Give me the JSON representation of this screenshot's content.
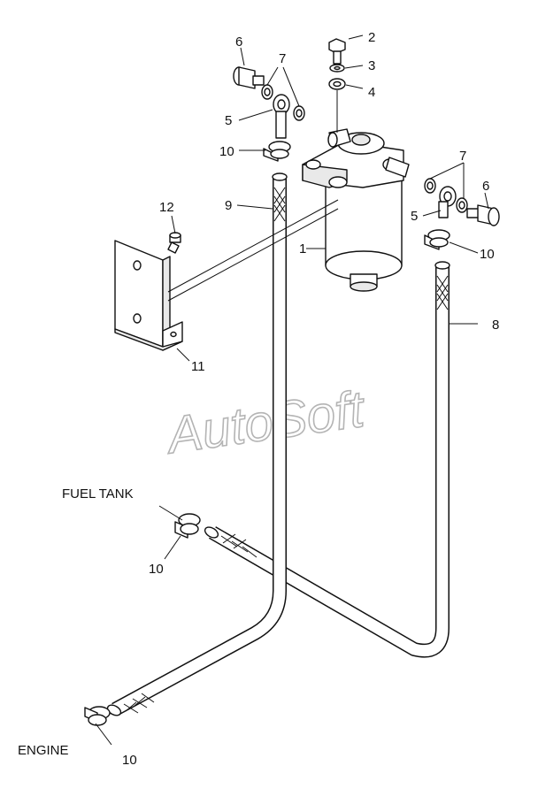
{
  "watermark": "AutoSoft",
  "labels": {
    "fuel_tank": "FUEL TANK",
    "engine": "ENGINE"
  },
  "callouts": {
    "c1": "1",
    "c2": "2",
    "c3": "3",
    "c4": "4",
    "c5_left": "5",
    "c5_right": "5",
    "c6_left": "6",
    "c6_right": "6",
    "c7_left": "7",
    "c7_right": "7",
    "c8": "8",
    "c9": "9",
    "c10_top_left": "10",
    "c10_top_right": "10",
    "c10_fuel_tank": "10",
    "c10_engine": "10",
    "c11": "11",
    "c12": "12"
  }
}
